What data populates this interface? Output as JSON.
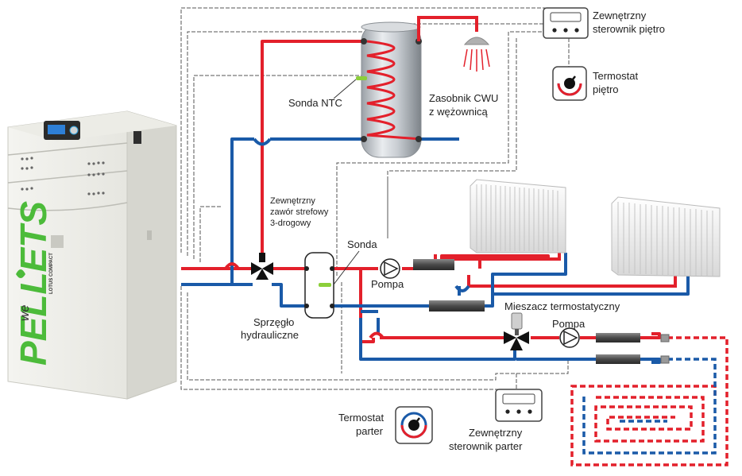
{
  "brand": {
    "logo_line1": "we",
    "logo_line2": "PELLETS",
    "logo_sub": "LOTUS COMPACT"
  },
  "labels": {
    "tank_title": "Zasobnik CWU",
    "tank_subtitle": "z wężownicą",
    "sensor_ntc": "Sonda NTC",
    "valve_line1": "Zewnętrzny",
    "valve_line2": "zawór strefowy",
    "valve_line3": "3-drogowy",
    "sensor": "Sonda",
    "pump_top": "Pompa",
    "coupler_line1": "Sprzęgło",
    "coupler_line2": "hydrauliczne",
    "mixer": "Mieszacz termostatyczny",
    "pump_bottom": "Pompa",
    "ctrl_upper_line1": "Zewnętrzny",
    "ctrl_upper_line2": "sterownik piętro",
    "thermo_upper_line1": "Termostat",
    "thermo_upper_line2": "piętro",
    "thermo_ground_line1": "Termostat",
    "thermo_ground_line2": "parter",
    "ctrl_ground_line1": "Zewnętrzny",
    "ctrl_ground_line2": "sterownik parter"
  },
  "colors": {
    "hot_pipe": "#e3202b",
    "cold_pipe": "#1a5aa8",
    "control_wire": "#555555"
  }
}
